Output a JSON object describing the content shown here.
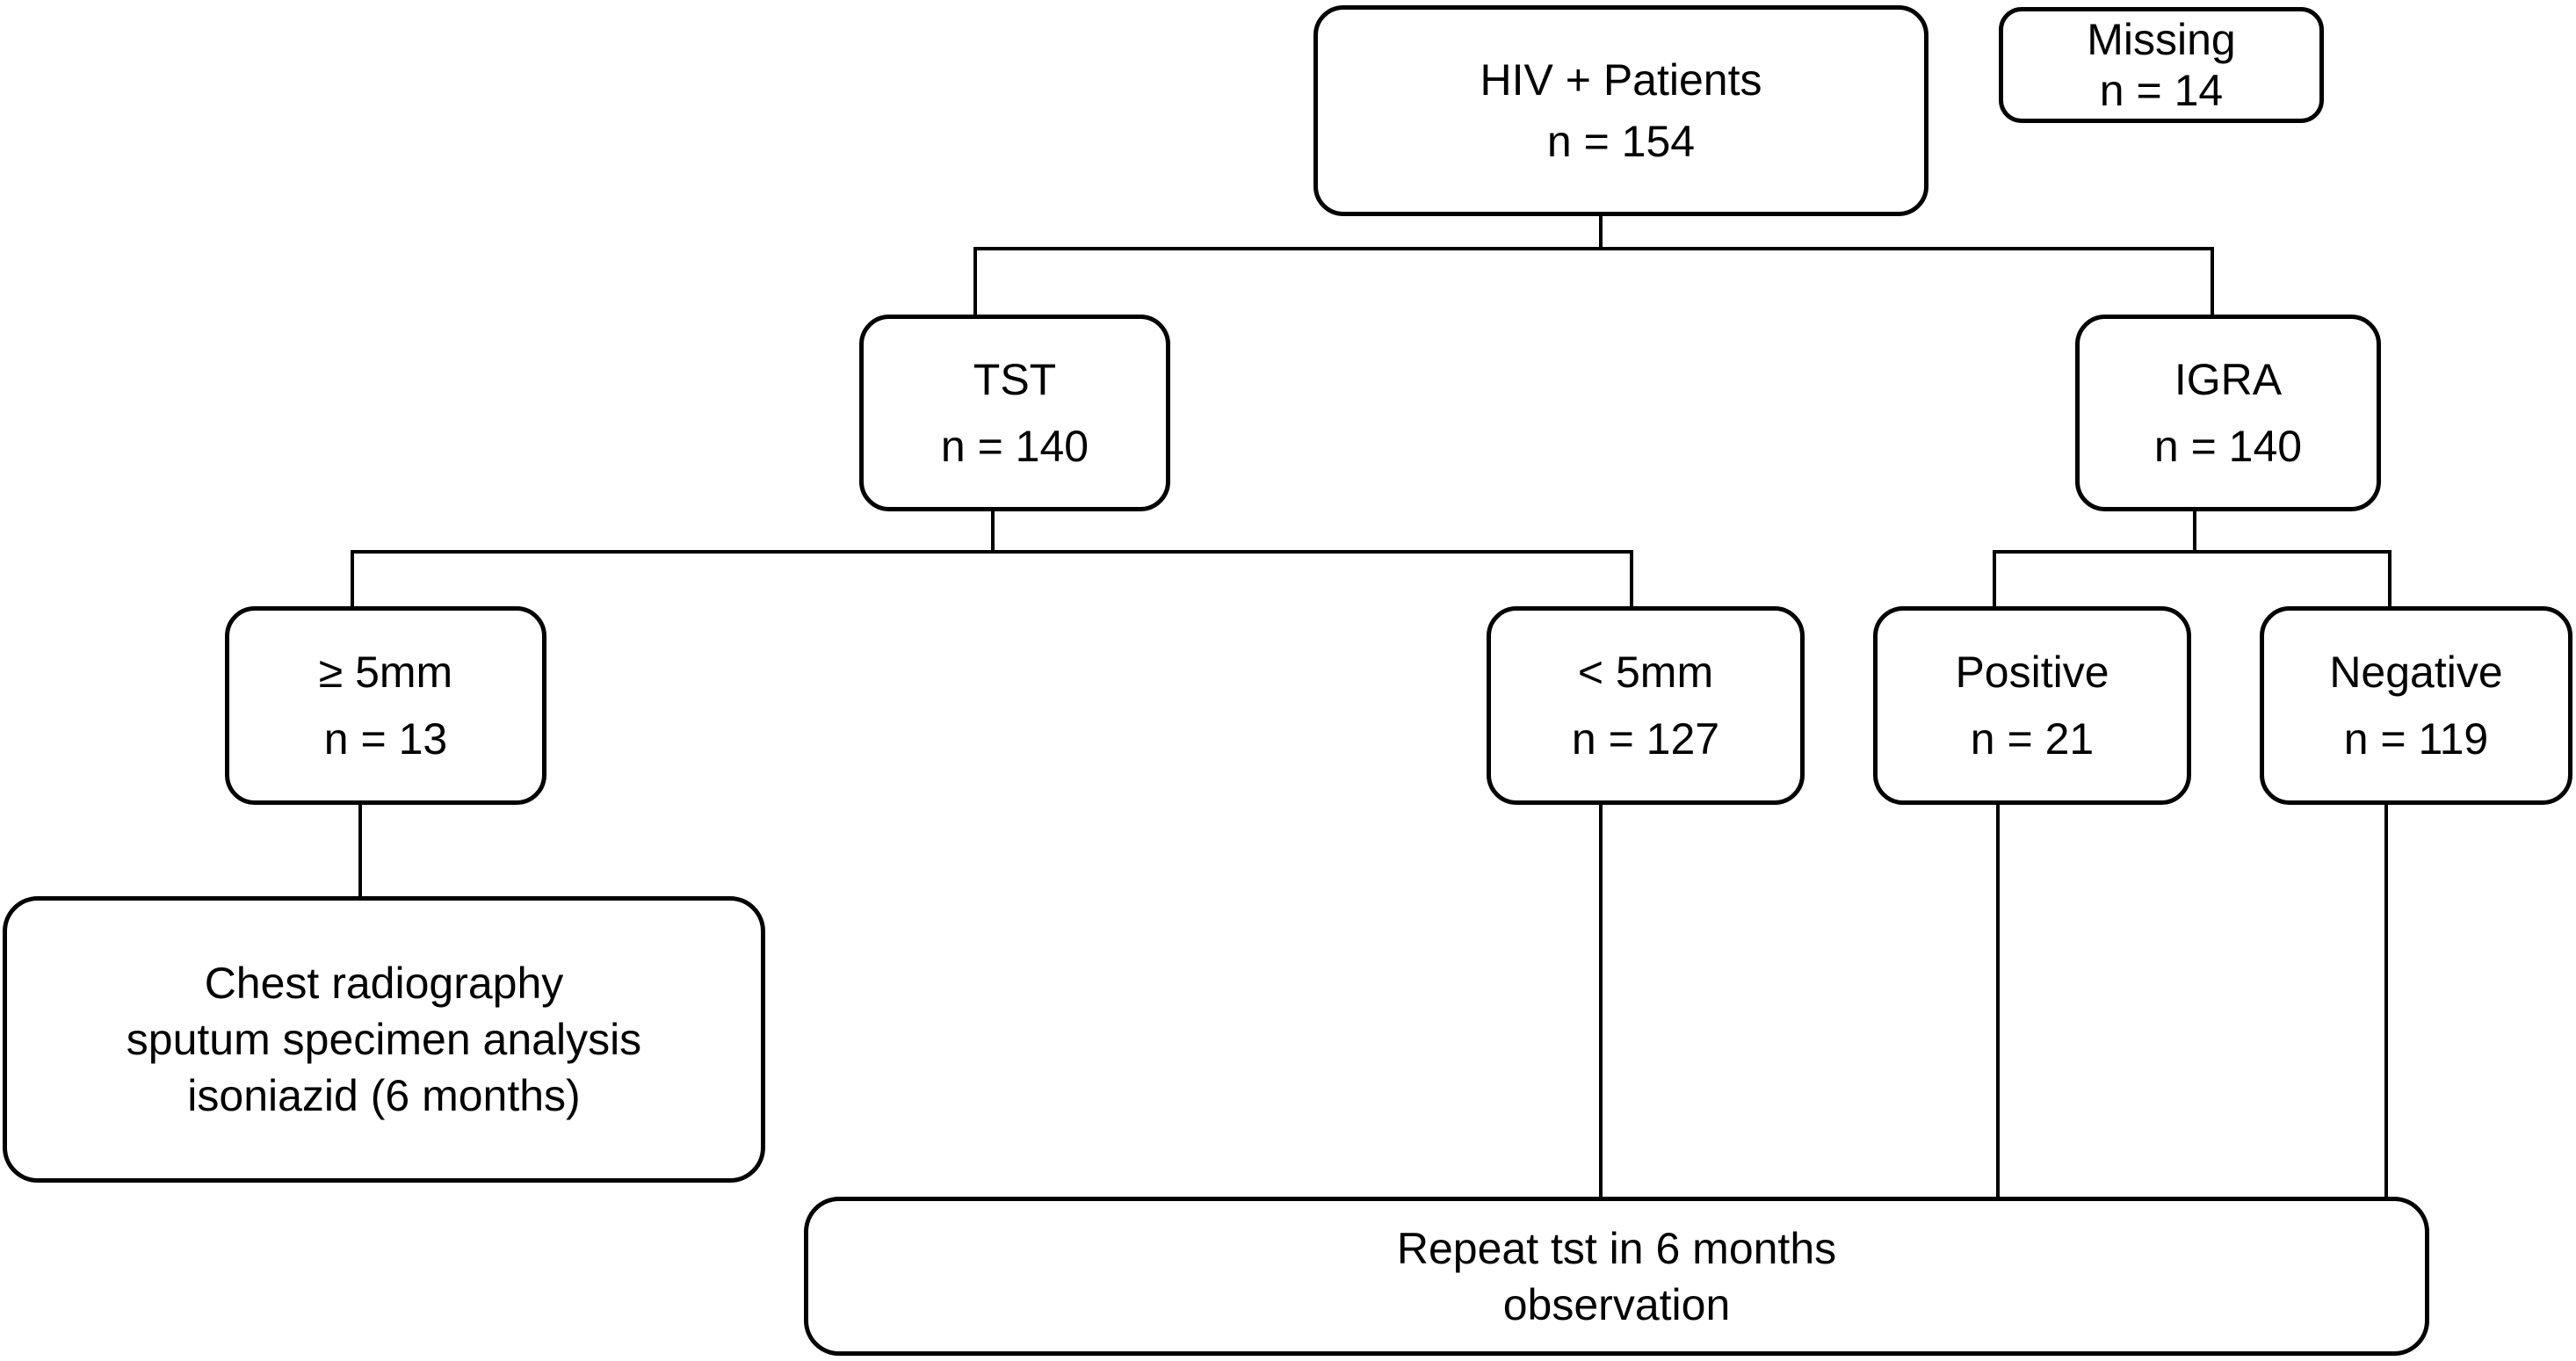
{
  "diagram": {
    "kind": "patient-flow-chart",
    "nodes": {
      "hiv": {
        "line1": "HIV + Patients",
        "line2": "n = 154"
      },
      "missing": {
        "line1": "Missing",
        "line2": "n = 14"
      },
      "tst": {
        "line1": "TST",
        "line2": "n = 140"
      },
      "igra": {
        "line1": "IGRA",
        "line2": "n = 140"
      },
      "tst_pos": {
        "line1": "≥ 5mm",
        "line2": "n = 13"
      },
      "tst_neg": {
        "line1": "< 5mm",
        "line2": "n = 127"
      },
      "igra_pos": {
        "line1": "Positive",
        "line2": "n = 21"
      },
      "igra_neg": {
        "line1": "Negative",
        "line2": "n = 119"
      },
      "treatment": {
        "line1": "Chest radiography",
        "line2": "sputum specimen analysis",
        "line3": "isoniazid (6 months)"
      },
      "followup": {
        "line1": "Repeat tst in 6 months",
        "line2": "observation"
      }
    },
    "edges": [
      {
        "from": "hiv",
        "to": "tst"
      },
      {
        "from": "hiv",
        "to": "igra"
      },
      {
        "from": "tst",
        "to": "tst_pos"
      },
      {
        "from": "tst",
        "to": "tst_neg"
      },
      {
        "from": "igra",
        "to": "igra_pos"
      },
      {
        "from": "igra",
        "to": "igra_neg"
      },
      {
        "from": "tst_pos",
        "to": "treatment"
      },
      {
        "from": "tst_neg",
        "to": "followup"
      },
      {
        "from": "igra_pos",
        "to": "followup"
      },
      {
        "from": "igra_neg",
        "to": "followup"
      }
    ],
    "colors": {
      "background": "#ffffff",
      "box_fill": "#ffffff",
      "box_border": "#000000",
      "line": "#000000",
      "text": "#000000"
    }
  }
}
